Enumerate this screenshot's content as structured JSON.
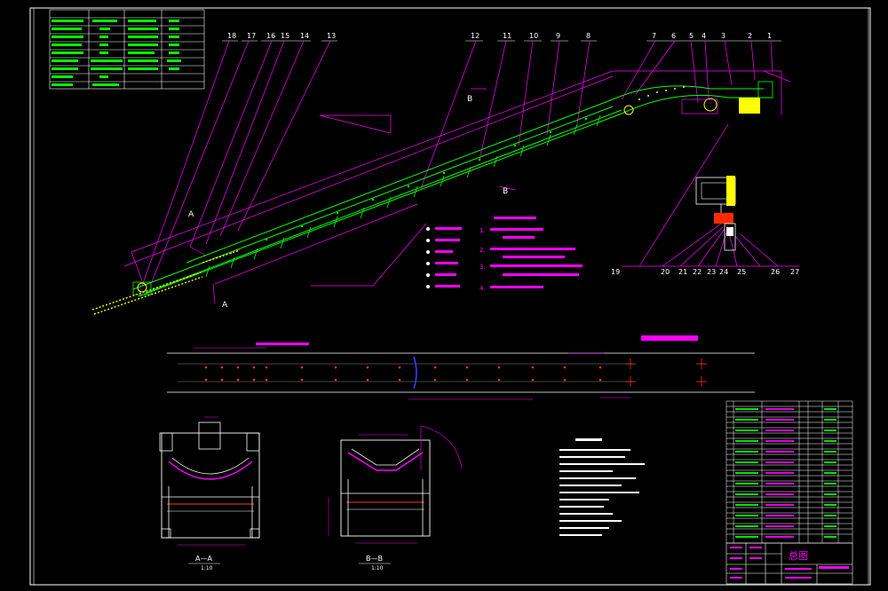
{
  "colors": {
    "frame": "#ffffff",
    "table_line": "#ffffff",
    "conveyor": "#00ff00",
    "magenta": "#ff00ff",
    "red": "#ff0000",
    "yellow": "#ffff00",
    "cyan": "#00ffff",
    "blue": "#3a3aff",
    "gray": "#8a8a8a"
  },
  "callouts_top": [
    "18",
    "17",
    "16",
    "15",
    "14",
    "13",
    "12",
    "11",
    "10",
    "9",
    "8",
    "7",
    "6",
    "5",
    "4",
    "3",
    "2",
    "1"
  ],
  "callouts_bottom": [
    "19",
    "20",
    "21",
    "22",
    "23",
    "24",
    "25",
    "26",
    "27"
  ],
  "section_marks": {
    "b_top": "B",
    "b_bottom": "B",
    "a_top": "A",
    "a_bottom": "A"
  },
  "tech_notes": {
    "lines": [
      "1.",
      "2.",
      "3.",
      "4."
    ]
  },
  "bottom_labels": {
    "left_section": "A—A",
    "left_scale": "1:10",
    "right_section": "B—B",
    "right_scale": "1:10"
  },
  "title_block": {
    "title": "总图"
  }
}
